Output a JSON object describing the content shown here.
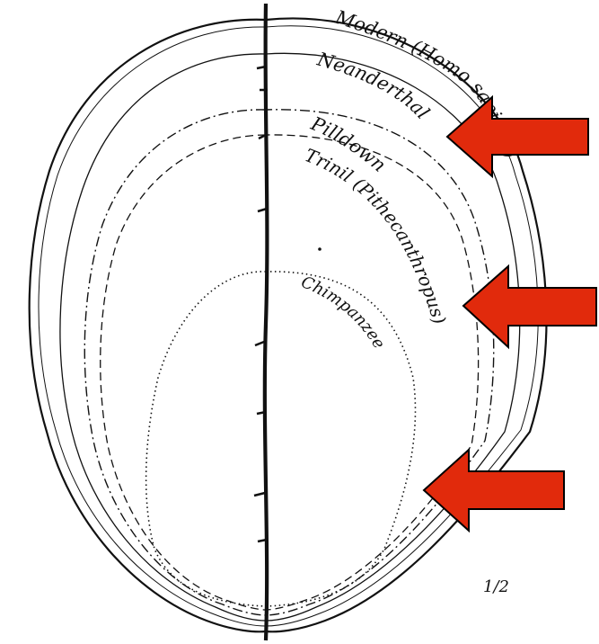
{
  "labels": {
    "modern": "Modern (Homo sapiens)",
    "neanderthal": "Neanderthal",
    "piltdown": "Pilldown",
    "trinil": "Trinil (Pithecanthropus)",
    "chimpanzee": "Chimpanzee",
    "scale": "1/2"
  },
  "colors": {
    "ink": "#111111",
    "arrow_fill": "#e12a0c",
    "arrow_stroke": "#000000",
    "background": "#ffffff"
  },
  "icons": [
    "arrow-left-icon",
    "arrow-left-icon",
    "arrow-left-icon"
  ]
}
